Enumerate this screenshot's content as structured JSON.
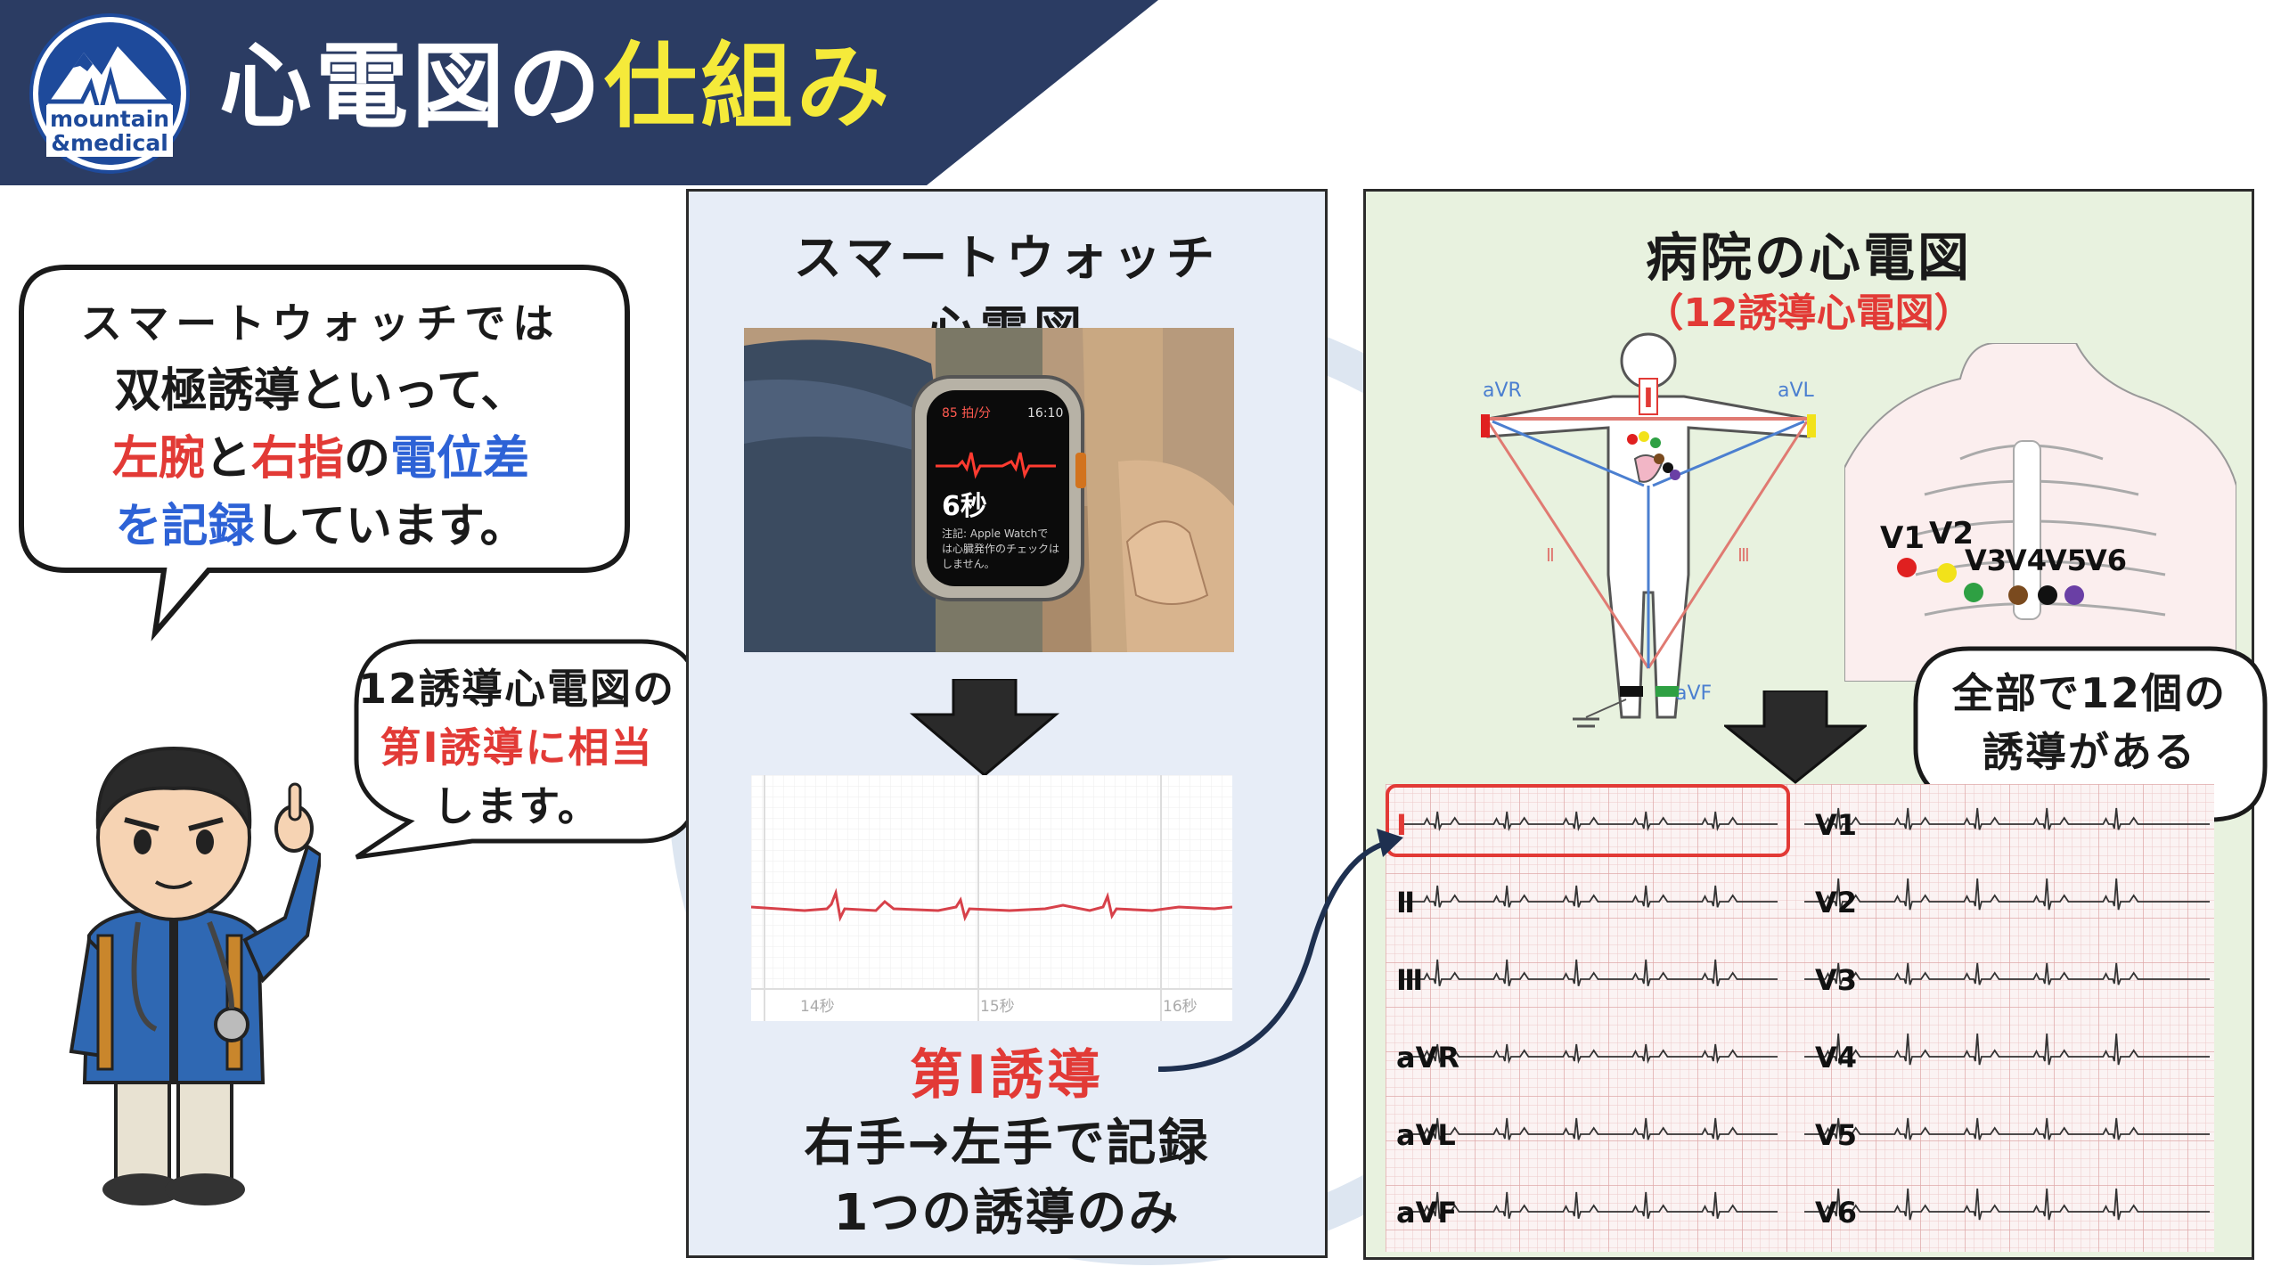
{
  "header": {
    "title_main": "心電図の",
    "title_highlight": "仕組み",
    "colors": {
      "band": "#2b3c63",
      "highlight": "#f5ea3a"
    }
  },
  "logo": {
    "line1": "mountain",
    "line2": "&medical"
  },
  "bubble1": {
    "line1": "スマートウォッチでは",
    "line2": "双極誘導といって、",
    "line3_a": "左腕",
    "line3_b": "と",
    "line3_c": "右指",
    "line3_d": "の",
    "line3_e": "電位差",
    "line4_a": "を",
    "line4_b": "記録",
    "line4_c": "しています。"
  },
  "bubble2": {
    "line1": "12誘導心電図の",
    "line2": "第Ⅰ誘導に相当",
    "line3": "します。"
  },
  "bubble3": {
    "line1": "全部で12個の",
    "line2": "誘導がある"
  },
  "left_panel": {
    "heading_line1": "スマートウォッチ",
    "heading_line2": "心電図",
    "watch_screen": {
      "bpm": "85 拍/分",
      "time": "16:10",
      "seconds": "6秒",
      "note1": "注記: Apple Watchで",
      "note2": "は心臓発作のチェックは",
      "note3": "しません。"
    },
    "ecg_ticks": [
      "14秒",
      "15秒",
      "16秒"
    ],
    "lead_label": "第Ⅰ誘導",
    "record_note": "右手→左手で記録",
    "one_lead_note": "1つの誘導のみ"
  },
  "right_panel": {
    "heading": "病院の心電図",
    "subheading": "（12誘導心電図）",
    "body_labels": {
      "avr": "aVR",
      "avl": "aVL",
      "avf": "aVF",
      "lead1": "Ⅰ",
      "lead2": "Ⅱ",
      "lead3": "Ⅲ"
    },
    "chest_labels": [
      "V1",
      "V2",
      "V3",
      "V4",
      "V5",
      "V6"
    ],
    "electrode_colors": [
      "#e02020",
      "#f2e21a",
      "#2ea043",
      "#7a4a1e",
      "#111111",
      "#6a3fa5"
    ],
    "ecg_left_leads": [
      "Ⅰ",
      "Ⅱ",
      "Ⅲ",
      "aVR",
      "aVL",
      "aVF"
    ],
    "ecg_right_leads": [
      "V1",
      "V2",
      "V3",
      "V4",
      "V5",
      "V6"
    ]
  }
}
